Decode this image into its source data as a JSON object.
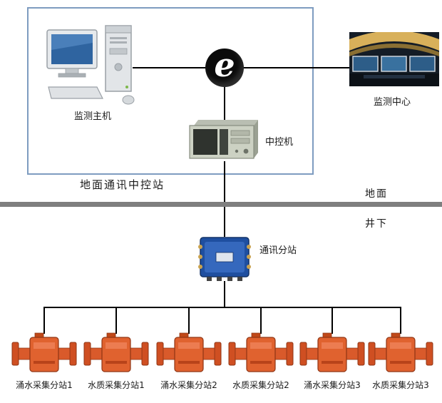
{
  "colors": {
    "ground_box_border": "#7e9cc0",
    "divider_gray": "#7f7f7f",
    "connector_black": "#000000",
    "device_orange": "#e0622f",
    "substation_blue": "#1f4fa0",
    "internet_black": "#0b0b0b"
  },
  "icons": {
    "monitoring_host_icon": "desktop-computer",
    "internet_icon": "black-sphere-e-logo",
    "monitoring_center_photo": "control-room-screens",
    "control_machine_icon": "rackmount-industrial-pc",
    "substation_icon": "blue-mining-junction-box",
    "sensor_icon": "orange-flanged-flow-sensor"
  },
  "ground_station": {
    "box_label": "地面通讯中控站",
    "host_label": "监测主机",
    "control_machine_label": "中控机"
  },
  "internet": {
    "glyph": "e"
  },
  "monitoring_center": {
    "label": "监测中心"
  },
  "zones": {
    "surface": "地面",
    "underground": "井下"
  },
  "substation": {
    "label": "通讯分站"
  },
  "devices": [
    {
      "label": "涌水采集分站1"
    },
    {
      "label": "水质采集分站1"
    },
    {
      "label": "涌水采集分站2"
    },
    {
      "label": "水质采集分站2"
    },
    {
      "label": "涌水采集分站3"
    },
    {
      "label": "水质采集分站3"
    }
  ]
}
